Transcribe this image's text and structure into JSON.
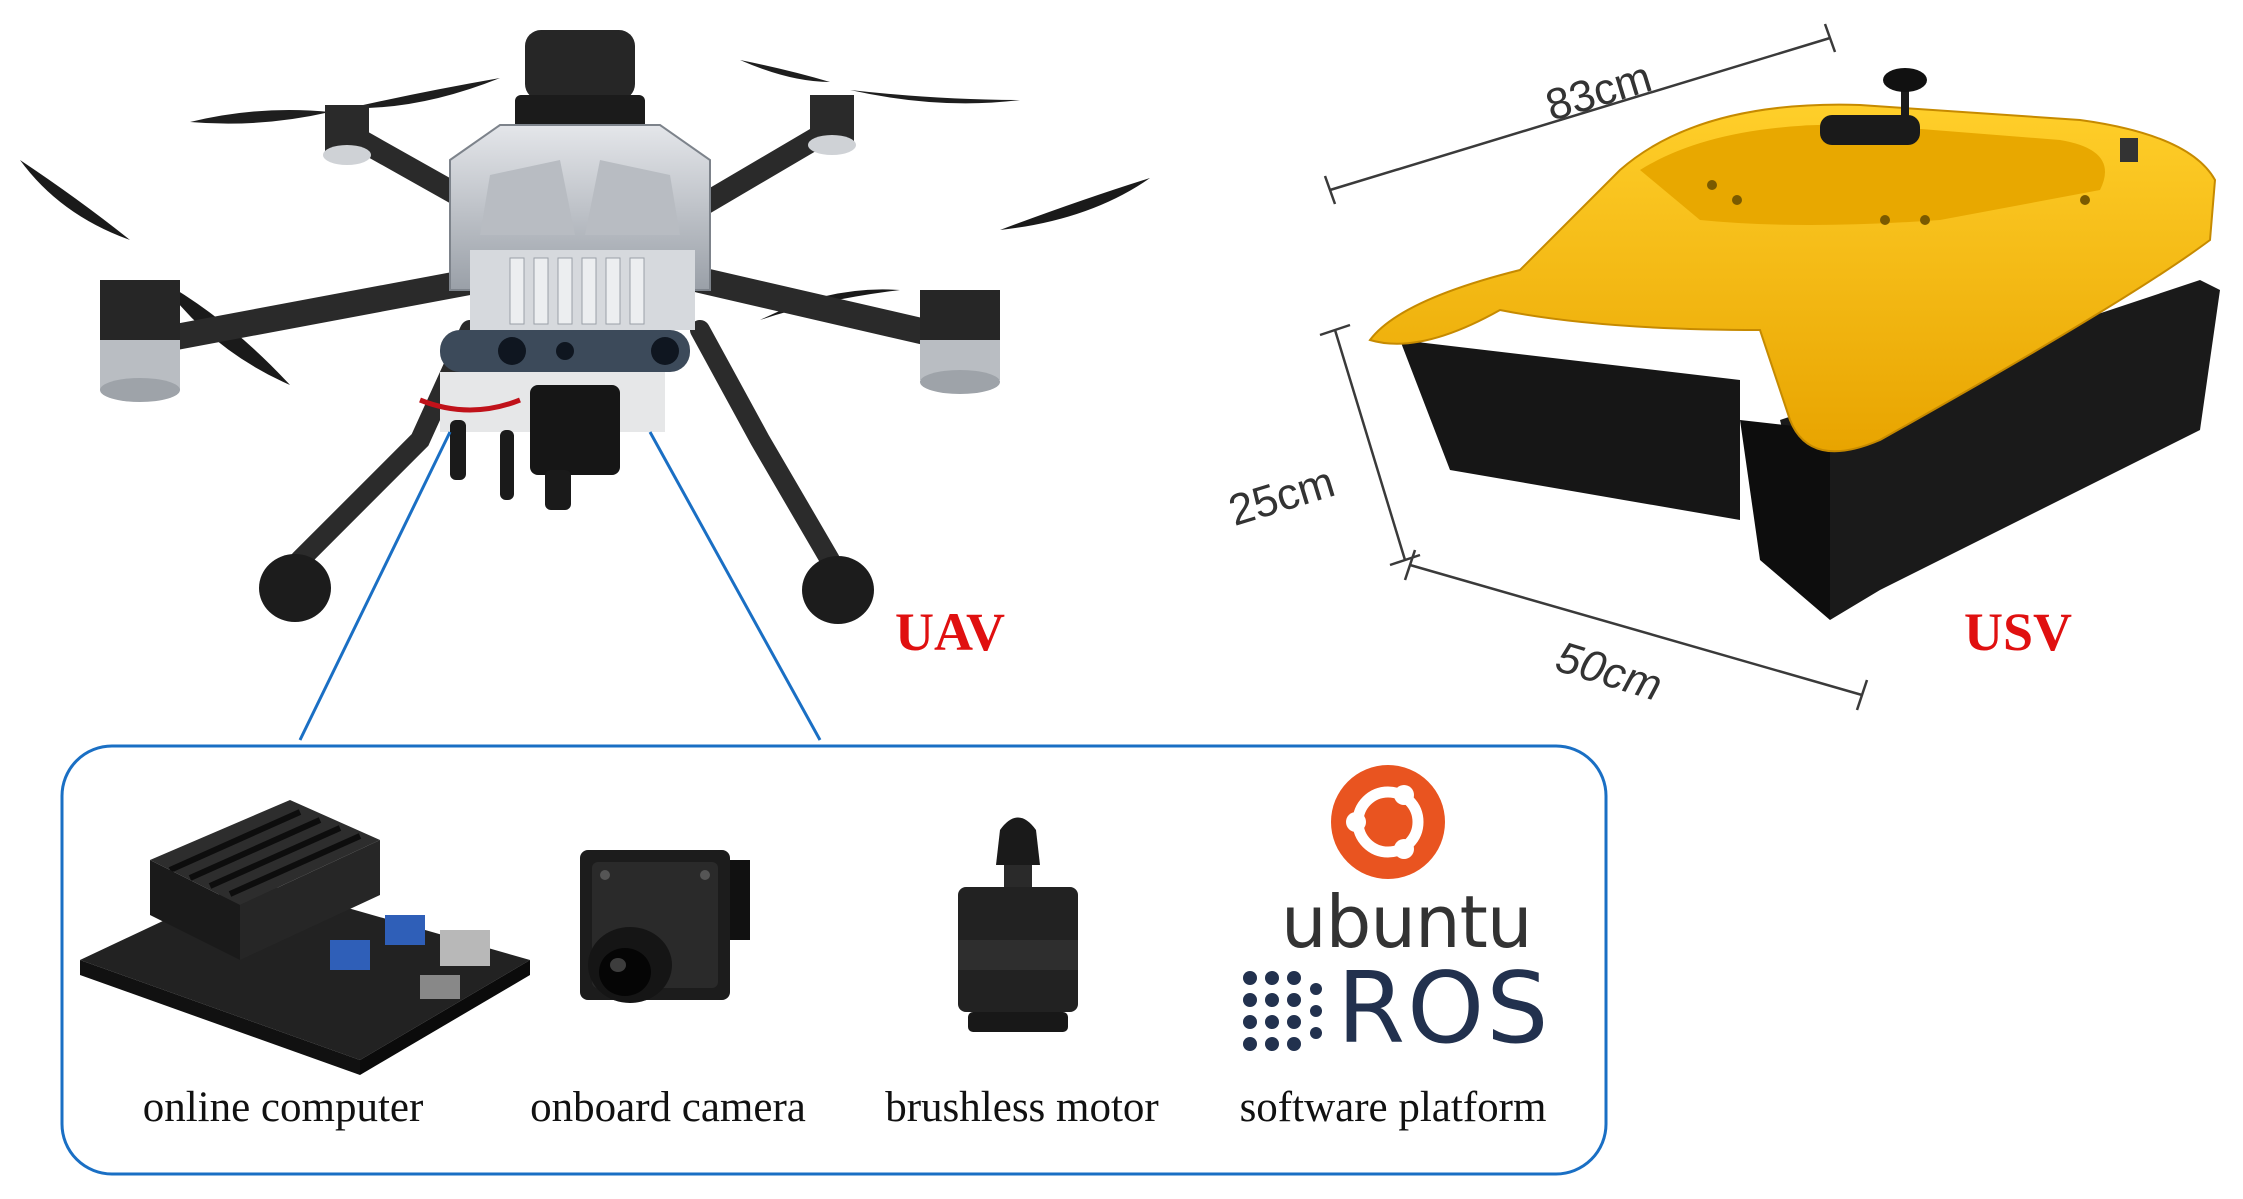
{
  "labels": {
    "uav": "UAV",
    "usv": "USV"
  },
  "dimensions": {
    "length": "83cm",
    "height": "25cm",
    "width": "50cm"
  },
  "components": [
    {
      "caption": "online computer"
    },
    {
      "caption": "onboard camera"
    },
    {
      "caption": "brushless motor"
    },
    {
      "caption": "software platform"
    }
  ],
  "software": {
    "os_name": "ubuntu",
    "framework_name": "ROS"
  },
  "colors": {
    "label_red": "#e01010",
    "box_blue": "#1a6fc4",
    "boat_yellow": "#f5b400",
    "ubuntu_orange": "#e95420",
    "ros_navy": "#22314e"
  }
}
